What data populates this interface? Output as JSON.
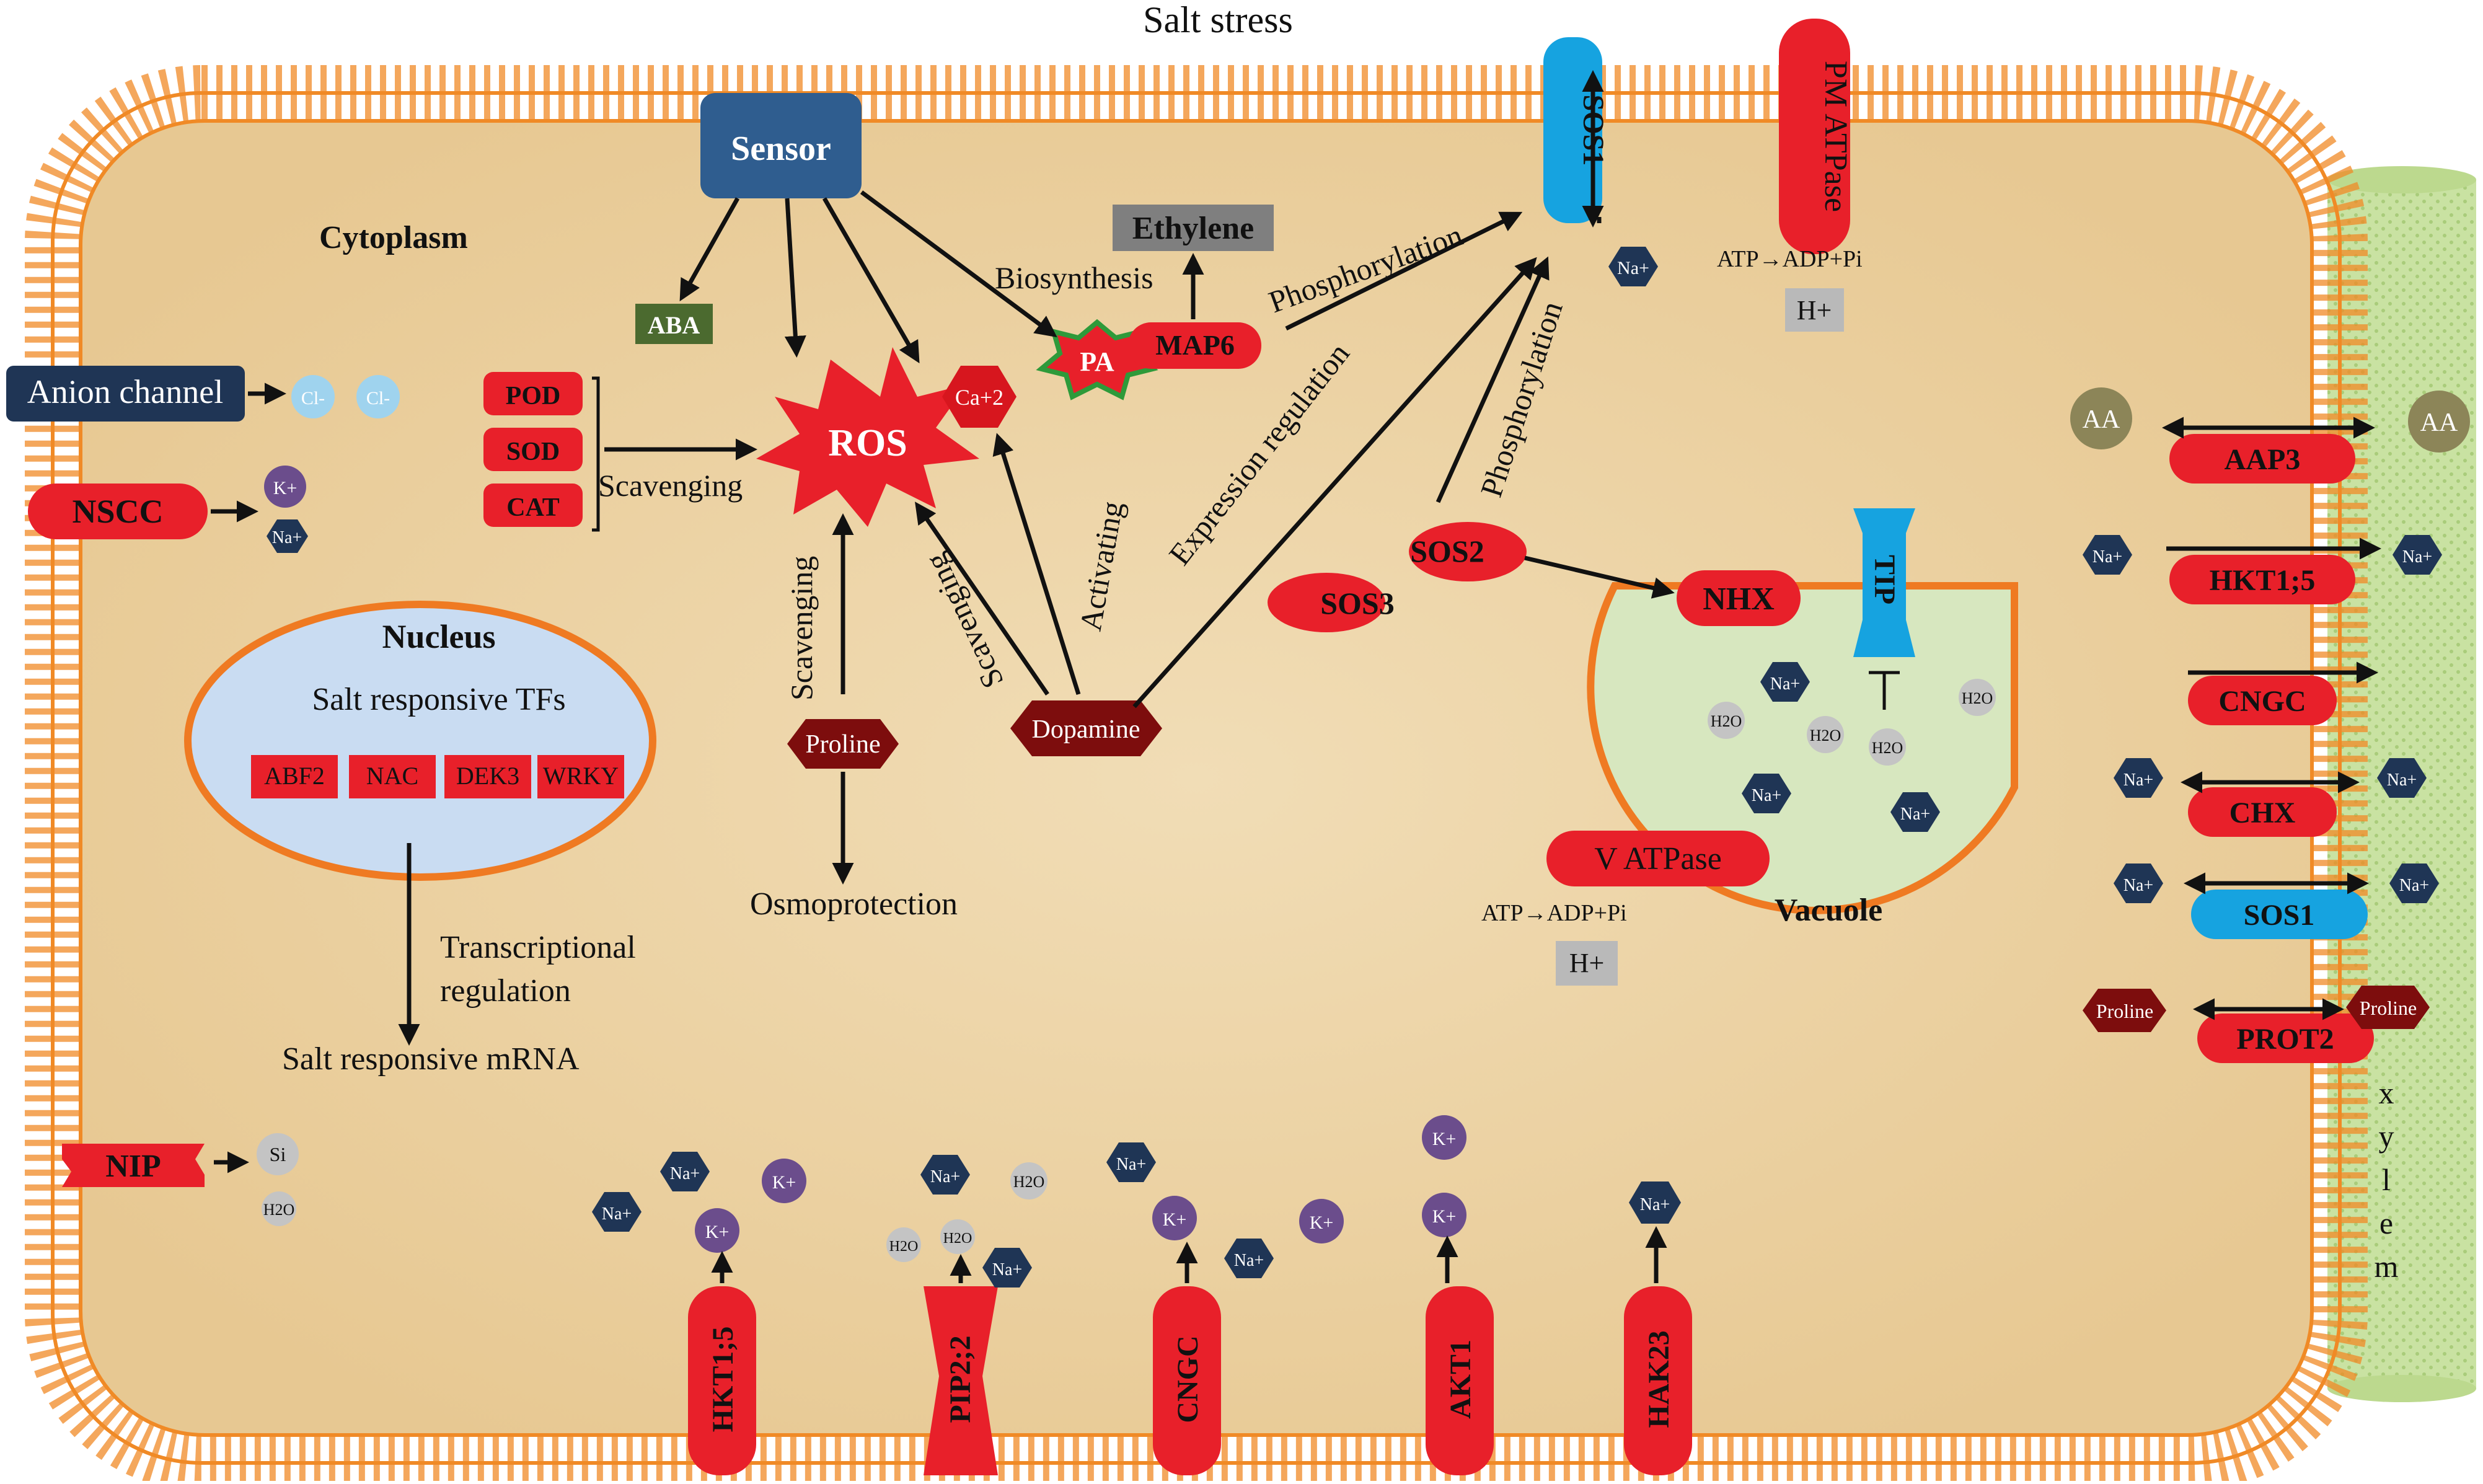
{
  "title": "Salt stress",
  "compartments": {
    "cytoplasm": "Cytoplasm",
    "nucleus": "Nucleus",
    "vacuole": "Vacuole",
    "xylem_letters": [
      "x",
      "y",
      "l",
      "e",
      "m"
    ]
  },
  "sensor": "Sensor",
  "signals": {
    "aba": "ABA",
    "ros": "ROS",
    "ca": "Ca+2",
    "pa": "PA",
    "map6": "MAP6",
    "ethylene": "Ethylene",
    "biosynthesis": "Biosynthesis",
    "phosphorylation_1": "Phosphorylation",
    "phosphorylation_2": "Phosphorylation",
    "expression_regulation": "Expression regulation",
    "activating": "Activating",
    "scavenging_dopamine": "Scavenging",
    "scavenging_proline": "Scavenging",
    "scavenging_enzymes": "Scavenging",
    "osmoprotection": "Osmoprotection",
    "transcriptional_regulation_1": "Transcriptional",
    "transcriptional_regulation_2": "regulation",
    "salt_responsive_tfs": "Salt responsive TFs",
    "salt_responsive_mrna": "Salt responsive mRNA"
  },
  "enzymes": [
    "POD",
    "SOD",
    "CAT"
  ],
  "tfs": [
    "ABF2",
    "NAC",
    "DEK3",
    "WRKY"
  ],
  "metabolites": {
    "proline": "Proline",
    "dopamine": "Dopamine"
  },
  "sos": {
    "sos2": "SOS2",
    "sos3": "SOS3",
    "nhx": "NHX",
    "tip": "TIP",
    "sos1_top": "SOS1",
    "pm_atpase": "PM ATPase",
    "v_atpase": "V ATPase"
  },
  "energy": {
    "atp_pm": "ATP→ADP+Pi",
    "atp_v": "ATP→ADP+Pi",
    "h_plus": "H+"
  },
  "left_channels": {
    "anion": "Anion channel",
    "nscc": "NSCC",
    "nip": "NIP"
  },
  "ions": {
    "na": "Na+",
    "k": "K+",
    "cl": "Cl-",
    "h2o": "H2O",
    "si": "Si",
    "aa": "AA",
    "proline_small": "Proline"
  },
  "bottom_channels": [
    "HKT1;5",
    "PIP2;2",
    "CNGC",
    "AKT1",
    "HAK23"
  ],
  "right_transporters": [
    "AAP3",
    "HKT1;5",
    "CNGC",
    "CHX",
    "SOS1",
    "PROT2"
  ]
}
